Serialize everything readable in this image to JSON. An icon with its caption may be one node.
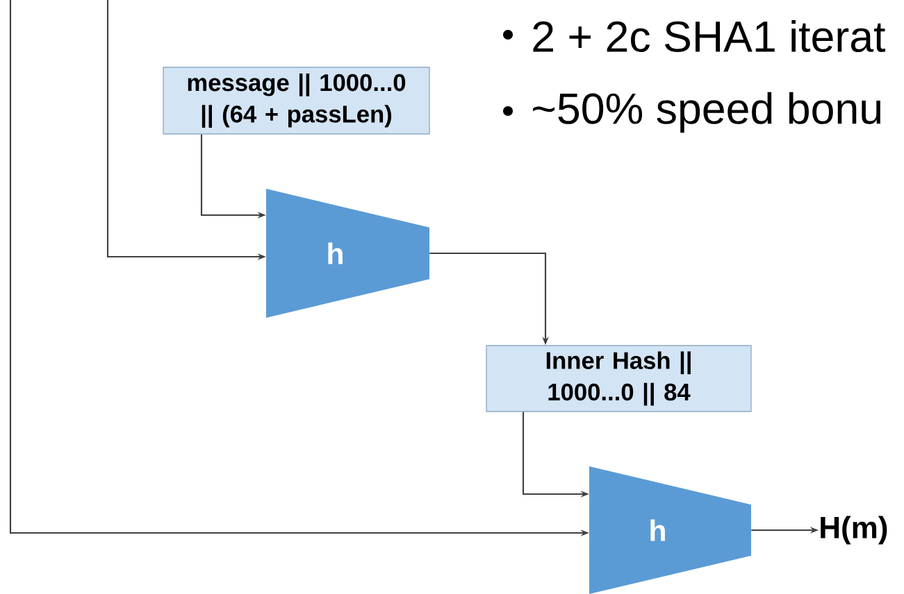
{
  "diagram": {
    "nodes": [
      {
        "text": [
          "message || 1000...0 || (64 + passLen)"
        ]
      },
      {
        "text": [
          "h"
        ]
      },
      {
        "text": [
          "Inner Hash || 1000...0 || 84"
        ]
      },
      {
        "text": [
          "h"
        ]
      },
      {
        "text": [
          "H(m)"
        ]
      }
    ],
    "edges": [
      {
        "from": null,
        "to": 1,
        "arrow": "to"
      },
      {
        "from": 0,
        "to": 1,
        "arrow": "to"
      },
      {
        "from": 1,
        "to": 2,
        "arrow": "to"
      },
      {
        "from": null,
        "to": 3,
        "arrow": "to"
      },
      {
        "from": 2,
        "to": 3,
        "arrow": "to"
      },
      {
        "from": 3,
        "to": 4,
        "arrow": "to"
      }
    ],
    "labels": [
      "2 + 2c SHA1 iterat",
      "~50% speed bonu"
    ]
  }
}
